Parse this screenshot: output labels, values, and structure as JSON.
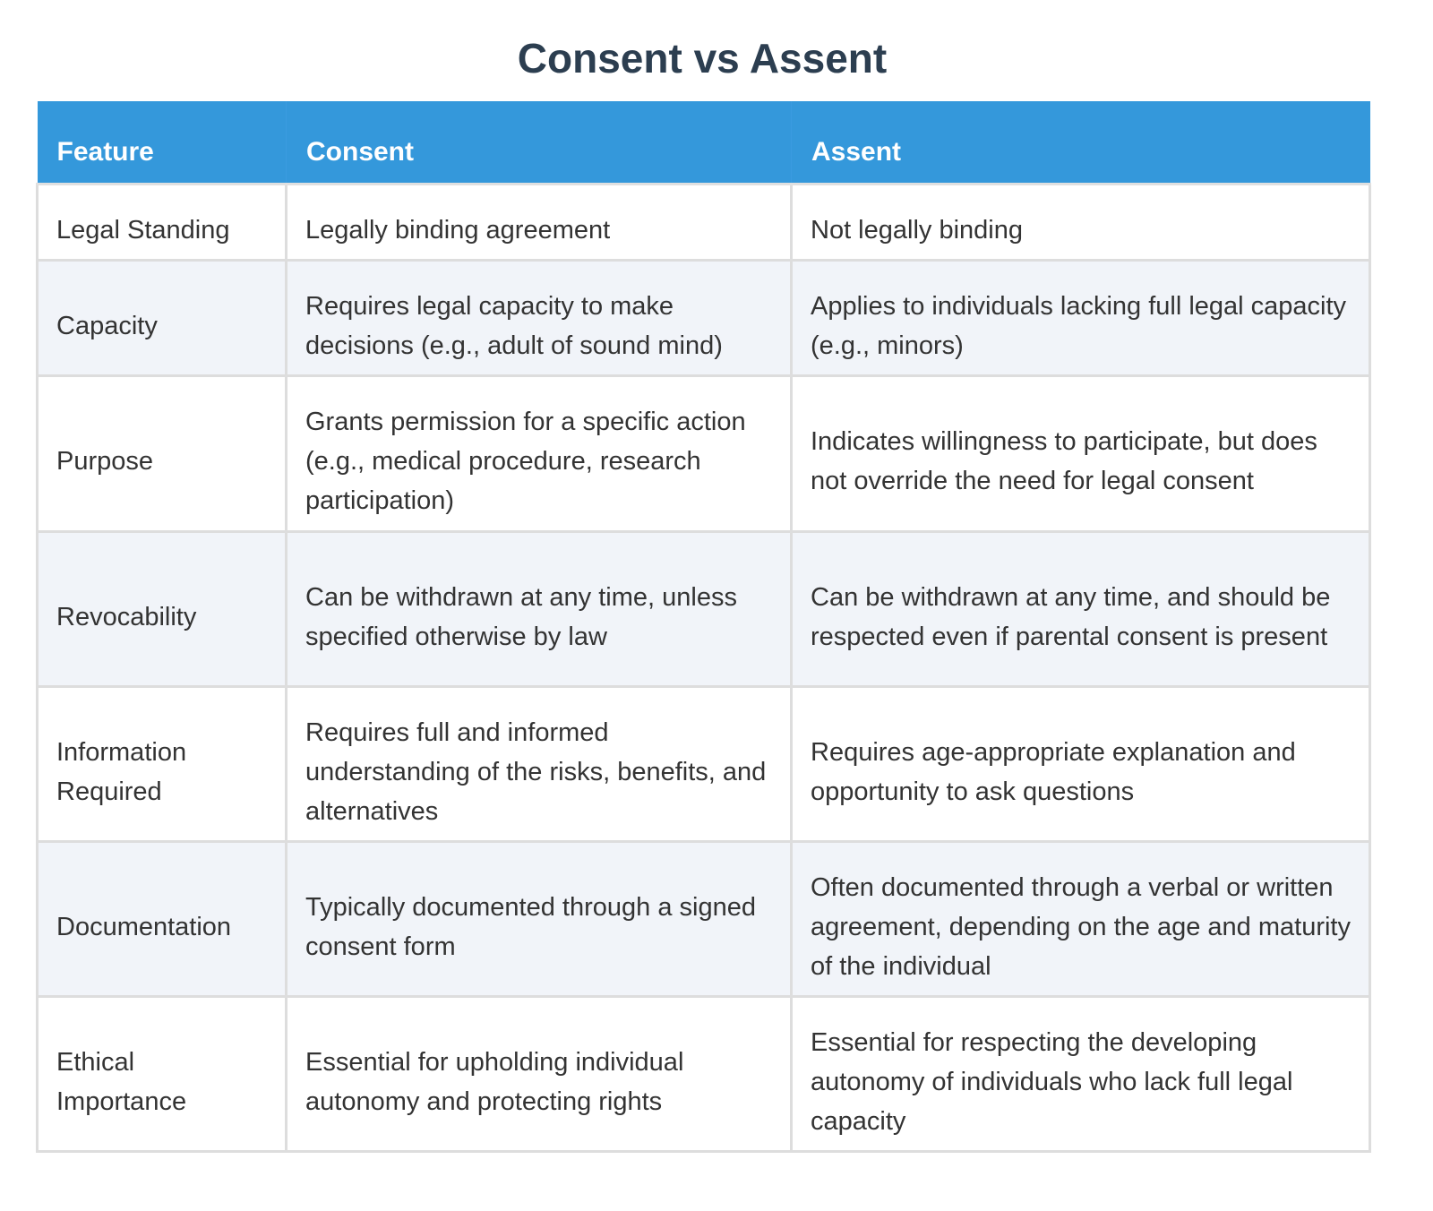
{
  "title": "Consent vs Assent",
  "colors": {
    "header_bg": "#3498db",
    "title_text": "#2c3e50",
    "row_alt_bg": "#f1f4f9",
    "border": "#dddddd",
    "body_text": "#333333"
  },
  "table": {
    "headers": [
      "Feature",
      "Consent",
      "Assent"
    ],
    "rows": [
      {
        "feature": "Legal Standing",
        "consent": "Legally binding agreement",
        "assent": "Not legally binding"
      },
      {
        "feature": "Capacity",
        "consent": "Requires legal capacity to make decisions (e.g., adult of sound mind)",
        "assent": "Applies to individuals lacking full legal capacity (e.g., minors)"
      },
      {
        "feature": "Purpose",
        "consent": "Grants permission for a specific action (e.g., medical procedure, research participation)",
        "assent": "Indicates willingness to participate, but does not override the need for legal consent"
      },
      {
        "feature": "Revocability",
        "consent": "Can be withdrawn at any time, unless specified otherwise by law",
        "assent": "Can be withdrawn at any time, and should be respected even if parental consent is present"
      },
      {
        "feature": "Information Required",
        "consent": "Requires full and informed understanding of the risks, benefits, and alternatives",
        "assent": "Requires age-appropriate explanation and opportunity to ask questions"
      },
      {
        "feature": "Documentation",
        "consent": "Typically documented through a signed consent form",
        "assent": "Often documented through a verbal or written agreement, depending on the age and maturity of the individual"
      },
      {
        "feature": "Ethical Importance",
        "consent": "Essential for upholding individual autonomy and protecting rights",
        "assent": "Essential for respecting the developing autonomy of individuals who lack full legal capacity"
      }
    ]
  }
}
